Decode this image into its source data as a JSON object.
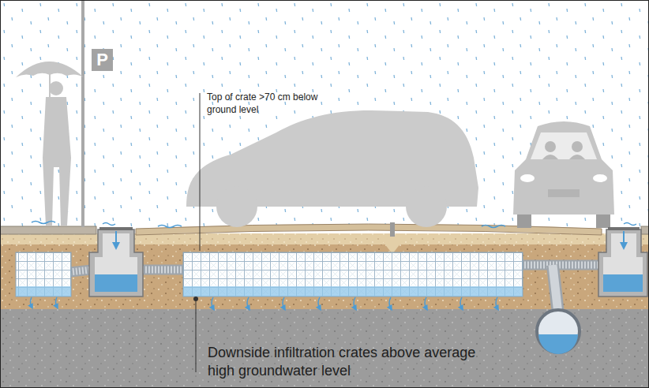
{
  "diagram": {
    "nodes": [
      {
        "text": [
          "P"
        ]
      }
    ],
    "labels": [
      "Top of crate >70 cm below ground level",
      "Downside infiltration crates above average high groundwater level"
    ]
  }
}
